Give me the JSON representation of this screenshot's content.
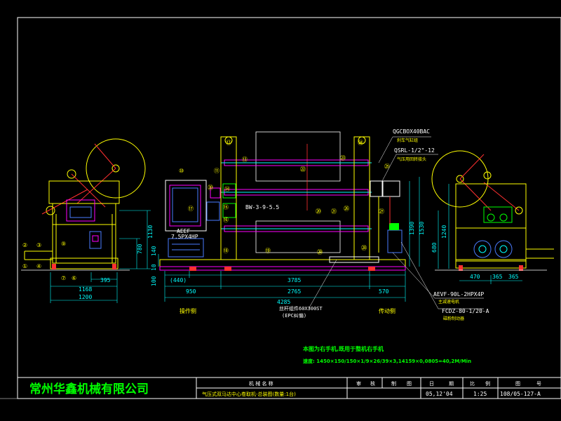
{
  "title_block": {
    "company": "常州华鑫机械有限公司",
    "header_labels": [
      "机 械 名 称",
      "审",
      "核",
      "制",
      "图",
      "日",
      "期",
      "比",
      "例",
      "图",
      "号"
    ],
    "drawing_title": "气压式双马达中心卷取机-总装图(数量:1台)",
    "date": "05,12'04",
    "scale": "1:25",
    "drawing_number": "108/05-127-A"
  },
  "notes": {
    "line1": "本图为右手机,既用于整机右手机",
    "line2": "速度: 1450×150/150×1/9×26/39×3,14159×0,0805=40,2M/Min"
  },
  "callouts": {
    "cylinder": "QGCBOX40BAC",
    "cylinder_desc": "刹车气缸组",
    "joint": "QSRL-1/2\"-12",
    "joint_desc": "气压用回转接头",
    "reducer": "BW-3-9-5.5",
    "motor_side": "AEEF",
    "motor_spec": "7.5PX4HP",
    "motor_right": "AEVF-90L-2HPX4P",
    "motor_right_desc": "主减速电机",
    "brake": "FCDZ-80-1/20-A",
    "brake_desc": "磁粉制动器",
    "screw": "丝杆组件60X300ST",
    "screw_desc": "(EPC纠偏)",
    "operate_side": "操作侧",
    "drive_side": "传动侧"
  },
  "dimensions": {
    "left_view": [
      "1168",
      "1200",
      "395",
      "780",
      "1130"
    ],
    "front_h": [
      "(440)",
      "3785",
      "950",
      "2765",
      "570",
      "4285"
    ],
    "front_v_left": [
      "100",
      "10",
      "140"
    ],
    "front_v_right": [
      "1390",
      "1530"
    ],
    "right_view": [
      "1240",
      "680",
      "470",
      "365",
      "365"
    ]
  },
  "part_numbers": {
    "left": [
      "①",
      "②",
      "③",
      "④",
      "⑤",
      "⑥",
      "⑦",
      "⑧",
      "⑨"
    ],
    "front": [
      "⑩",
      "⑪",
      "⑫",
      "⑬",
      "⑭",
      "⑮",
      "⑯",
      "⑰",
      "⑱",
      "⑲",
      "⑳",
      "㉑",
      "㉒",
      "㉓",
      "㉔",
      "㉕",
      "㉖",
      "㉗",
      "㉘",
      "㉙",
      "㉚"
    ]
  },
  "colors": {
    "background": "#000000",
    "frame": "#ffffff",
    "dimension": "#00ffff",
    "machine": "#ffff00",
    "part": "#ff00ff",
    "text_green": "#00ff00",
    "red": "#ff3030",
    "blue": "#4a7cff"
  }
}
